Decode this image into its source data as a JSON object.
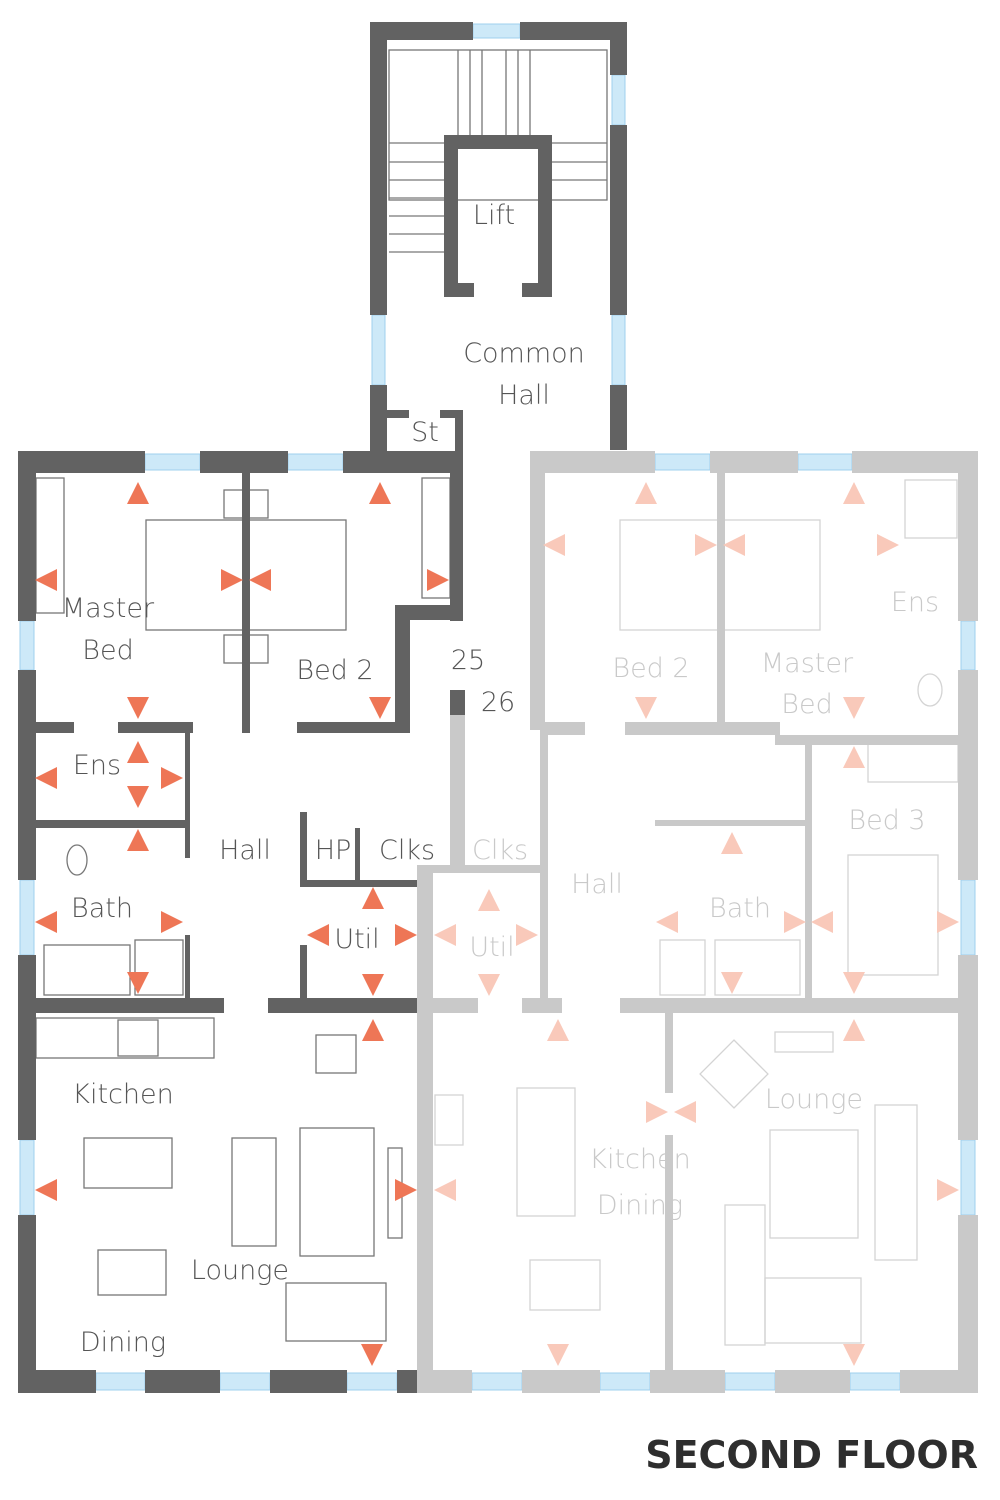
{
  "title": "SECOND FLOOR",
  "colors": {
    "wall_dark": "#626262",
    "wall_light": "#c9c9c9",
    "arrow": "#ee7656",
    "arrow_faded": "#f9c9ba",
    "window": "#cde9f8"
  },
  "core": {
    "lift": "Lift",
    "common_hall_1": "Common",
    "common_hall_2": "Hall",
    "store": "St",
    "flat_a_number": "25",
    "flat_b_number": "26"
  },
  "flat_a": {
    "master_bed_1": "Master",
    "master_bed_2": "Bed",
    "bed2": "Bed 2",
    "ensuite": "Ens",
    "hall": "Hall",
    "hp": "HP",
    "cloaks": "Clks",
    "bath": "Bath",
    "utility": "Util",
    "kitchen": "Kitchen",
    "lounge": "Lounge",
    "dining": "Dining"
  },
  "flat_b": {
    "bed2": "Bed 2",
    "master_bed_1": "Master",
    "master_bed_2": "Bed",
    "ensuite": "Ens",
    "bed3": "Bed 3",
    "cloaks": "Clks",
    "hall": "Hall",
    "bath": "Bath",
    "utility": "Util",
    "lounge": "Lounge",
    "kitchen": "Kitchen",
    "dining": "Dining"
  }
}
